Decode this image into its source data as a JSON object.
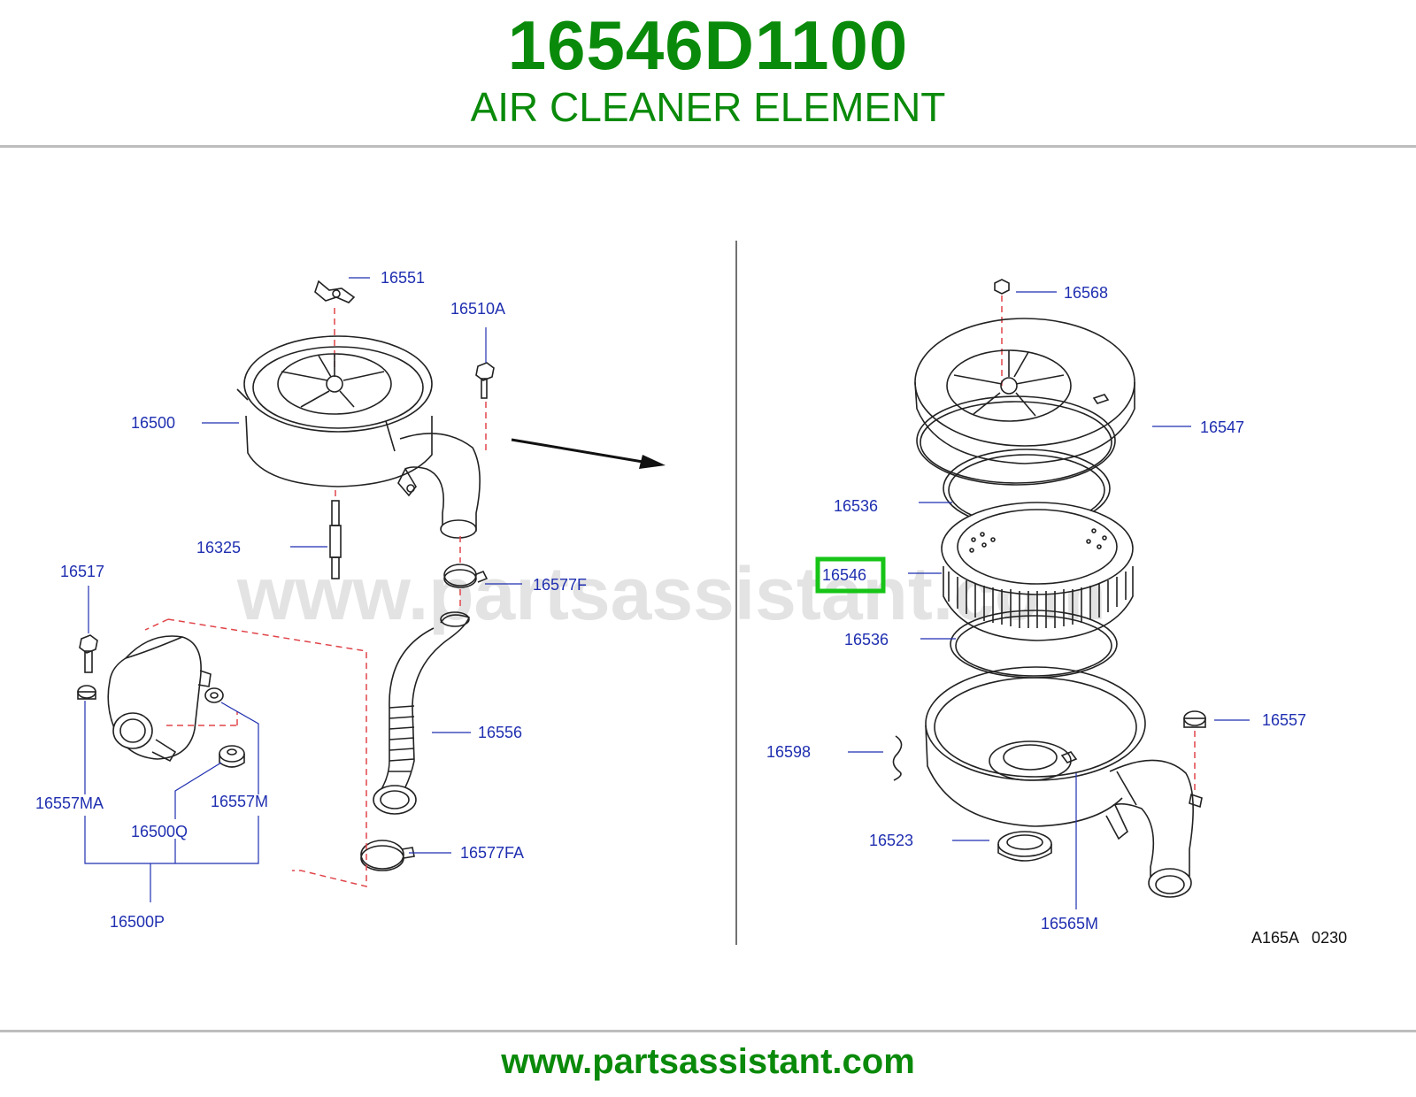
{
  "header": {
    "part_number": "16546D1100",
    "part_name": "AIR CLEANER ELEMENT"
  },
  "watermark": "www.partsassistant.com",
  "footer": {
    "url": "www.partsassistant.com"
  },
  "diagram_code": "A165A   0230",
  "highlighted_part": "16546",
  "colors": {
    "title": "#0a8a0a",
    "labels": "#1f2fb0",
    "highlight": "#17c417",
    "dashed_guides": "#e0454a"
  },
  "left_labels": {
    "l16551": "16551",
    "l16510A": "16510A",
    "l16500": "16500",
    "l16325": "16325",
    "l16517": "16517",
    "l16577F": "16577F",
    "l16556": "16556",
    "l16557MA": "16557MA",
    "l16557M": "16557M",
    "l16500Q": "16500Q",
    "l16577FA": "16577FA",
    "l16500P": "16500P"
  },
  "right_labels": {
    "l16568": "16568",
    "l16547": "16547",
    "l16536a": "16536",
    "l16546": "16546",
    "l16536b": "16536",
    "l16557": "16557",
    "l16598": "16598",
    "l16523": "16523",
    "l16565M": "16565M"
  }
}
